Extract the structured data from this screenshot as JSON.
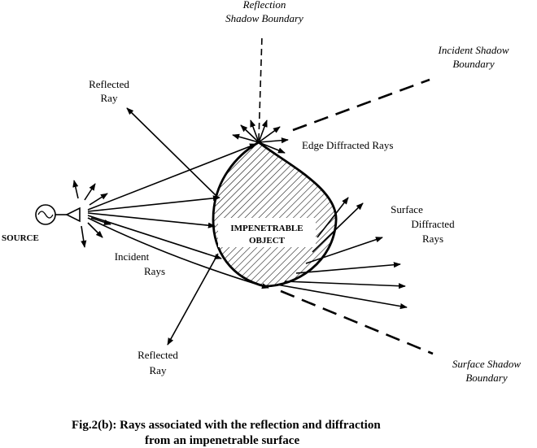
{
  "labels": {
    "reflection_shadow_1": "Reflection",
    "reflection_shadow_2": "Shadow Boundary",
    "incident_shadow_1": "Incident Shadow",
    "incident_shadow_2": "Boundary",
    "reflected_ray_top_1": "Reflected",
    "reflected_ray_top_2": "Ray",
    "edge_diffracted": "Edge Diffracted Rays",
    "source": "SOURCE",
    "object_1": "IMPENETRABLE",
    "object_2": "OBJECT",
    "surface_diffracted_1": "Surface",
    "surface_diffracted_2": "Diffracted",
    "surface_diffracted_3": "Rays",
    "incident_rays_1": "Incident",
    "incident_rays_2": "Rays",
    "reflected_ray_bottom_1": "Reflected",
    "reflected_ray_bottom_2": "Ray",
    "surface_shadow_1": "Surface Shadow",
    "surface_shadow_2": "Boundary"
  },
  "caption": {
    "line1": "Fig.2(b): Rays associated with the reflection and diffraction",
    "line2": "from an impenetrable surface"
  }
}
